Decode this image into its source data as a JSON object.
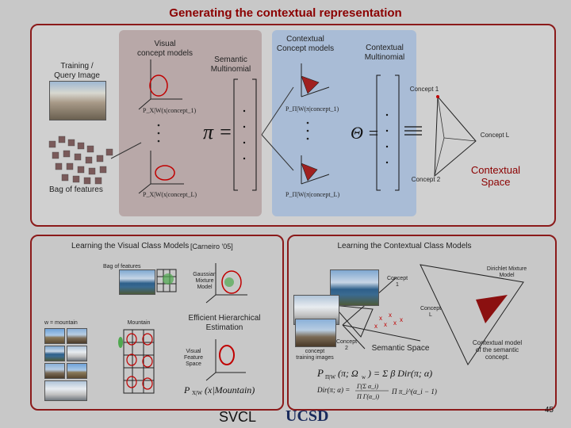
{
  "title": "Generating the contextual representation",
  "top": {
    "training_label": "Training /\nQuery Image",
    "bag_label": "Bag of features",
    "visual_models_label": "Visual\nconcept models",
    "semantic_multinomial": "Semantic\nMultinomial",
    "contextual_models_label": "Contextual\nConcept models",
    "contextual_multinomial": "Contextual\nMultinomial",
    "concept_1": "Concept 1",
    "concept_2": "Concept 2",
    "concept_l": "Concept L",
    "contextual_space": "Contextual\nSpace"
  },
  "bottom_left": {
    "heading": "Learning the Visual Class Models",
    "citation": "[Carneiro '05]",
    "bag_label": "Bag of features",
    "gmm_label": "Gaussian\nMixture\nModel",
    "w_label": "w = mountain",
    "mountain_label": "Mountain",
    "efficient_label": "Efficient Hierarchical\nEstimation",
    "visual_feature_space": "Visual\nFeature\nSpace",
    "formula": "P_X|W(x|Mountain)"
  },
  "bottom_right": {
    "heading": "Learning the Contextual Class Models",
    "dirichlet_label": "Dirichlet Mixture\nModel",
    "concept_1": "Concept\n1",
    "concept_l": "Concept\nL",
    "concept_2": "Concept\n2",
    "semantic_space": "Semantic Space",
    "training_images": "concept\ntraining images",
    "contextual_model": "Contextual model\nof the semantic\nconcept.",
    "formula_1": "P_Π|W(π; Ω_w) = Σ_k β_k Dir(π; α_k)",
    "formula_2": "Dir(π; α) = Γ(Σ α_i) / Π Γ(α_i) · Π π_i^(α_i − 1)"
  },
  "footer": {
    "logo_svcl": "SVCL",
    "logo_ucsd": "UCSD",
    "page_number": "45"
  },
  "colors": {
    "title": "#8b0000",
    "border": "#8b1a1a",
    "visual_column": "#b8a8a8",
    "contextual_column": "#a9bcd6",
    "accent_red": "#c00000"
  }
}
